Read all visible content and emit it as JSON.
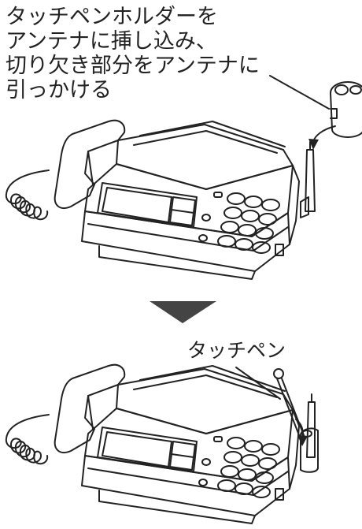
{
  "instruction": {
    "lines": [
      "タッチペンホルダーを",
      "アンテナに挿し込み、",
      "切り欠き部分をアンテナに",
      "引っかける"
    ]
  },
  "callout": {
    "pen_label": "タッチペン"
  },
  "icons": {
    "fax_top": "fax-machine-icon",
    "fax_bottom": "fax-machine-with-pen-icon",
    "holder": "touch-pen-holder-icon",
    "arrow": "down-triangle-arrow-icon"
  }
}
